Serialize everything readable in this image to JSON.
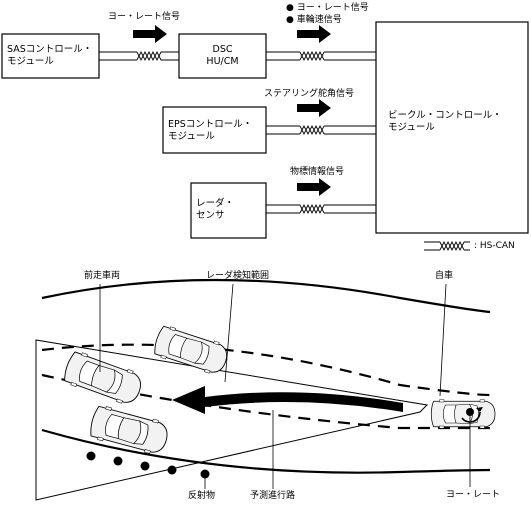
{
  "signals": {
    "yaw_rate": "ヨー・レート信号",
    "yaw_rate_bullet": "● ヨー・レート信号",
    "wheel_speed_bullet": "● 車輪速信号",
    "steering_angle": "ステアリング舵角信号",
    "target_info": "物標情報信号"
  },
  "modules": {
    "sas": [
      "SASコントロール・",
      "モジュール"
    ],
    "dsc": [
      "DSC",
      "HU/CM"
    ],
    "eps": [
      "EPSコントロール・",
      "モジュール"
    ],
    "radar": [
      "レーダ・",
      "センサ"
    ],
    "vehicle": [
      "ビークル・コントロール・",
      "モジュール"
    ]
  },
  "legend": {
    "hs_can": ": HS-CAN"
  },
  "scene": {
    "preceding_vehicle": "前走車両",
    "radar_range": "レーダ検知範囲",
    "own_vehicle": "自車",
    "reflector": "反射物",
    "predicted_path": "予測進行路",
    "yaw_rate": "ヨー・レート"
  },
  "colors": {
    "line": "#000000",
    "car_fill": "#f2f2f2",
    "background": "#ffffff"
  }
}
